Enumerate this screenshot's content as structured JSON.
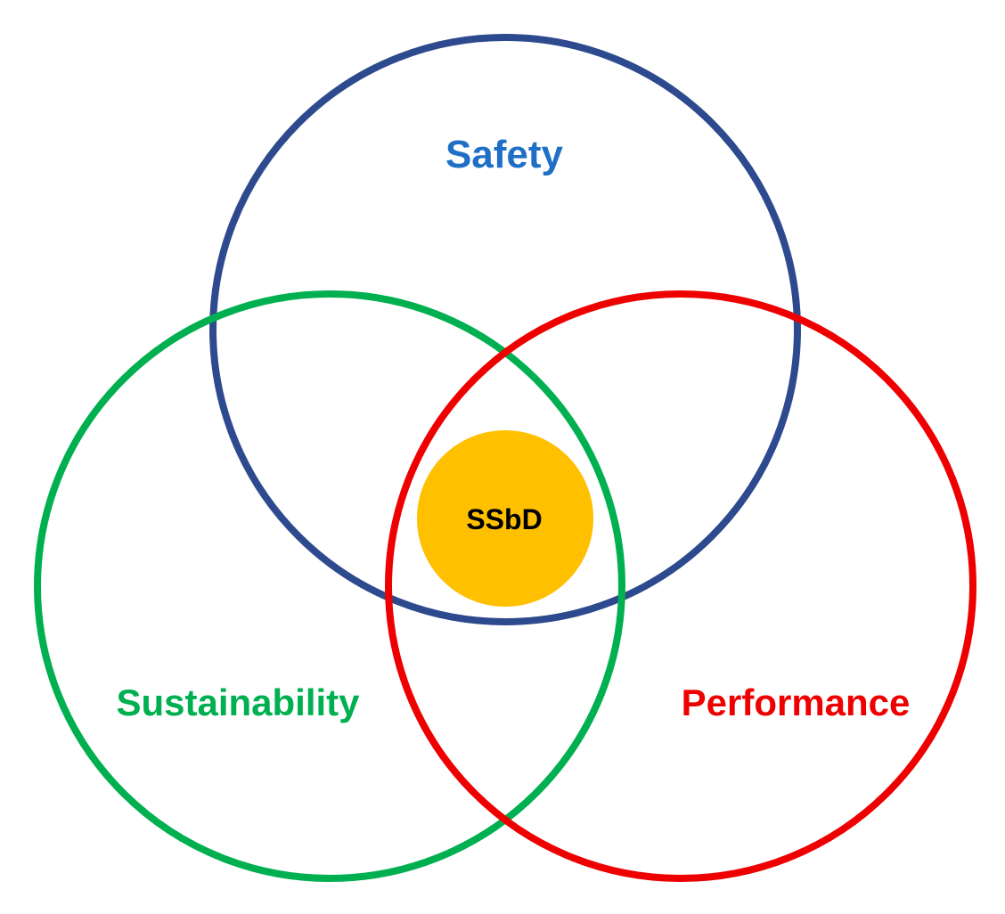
{
  "diagram": {
    "sets": [
      {
        "id": "safety",
        "label": "Safety",
        "stroke_color": "#2E4A8E",
        "label_color": "#1F6FC6"
      },
      {
        "id": "sustainability",
        "label": "Sustainability",
        "stroke_color": "#00B050",
        "label_color": "#00B050"
      },
      {
        "id": "performance",
        "label": "Performance",
        "stroke_color": "#EE0000",
        "label_color": "#EE0000"
      }
    ],
    "center": {
      "label": "SSbD",
      "fill_color": "#FFC000",
      "label_color": "#000000"
    }
  }
}
